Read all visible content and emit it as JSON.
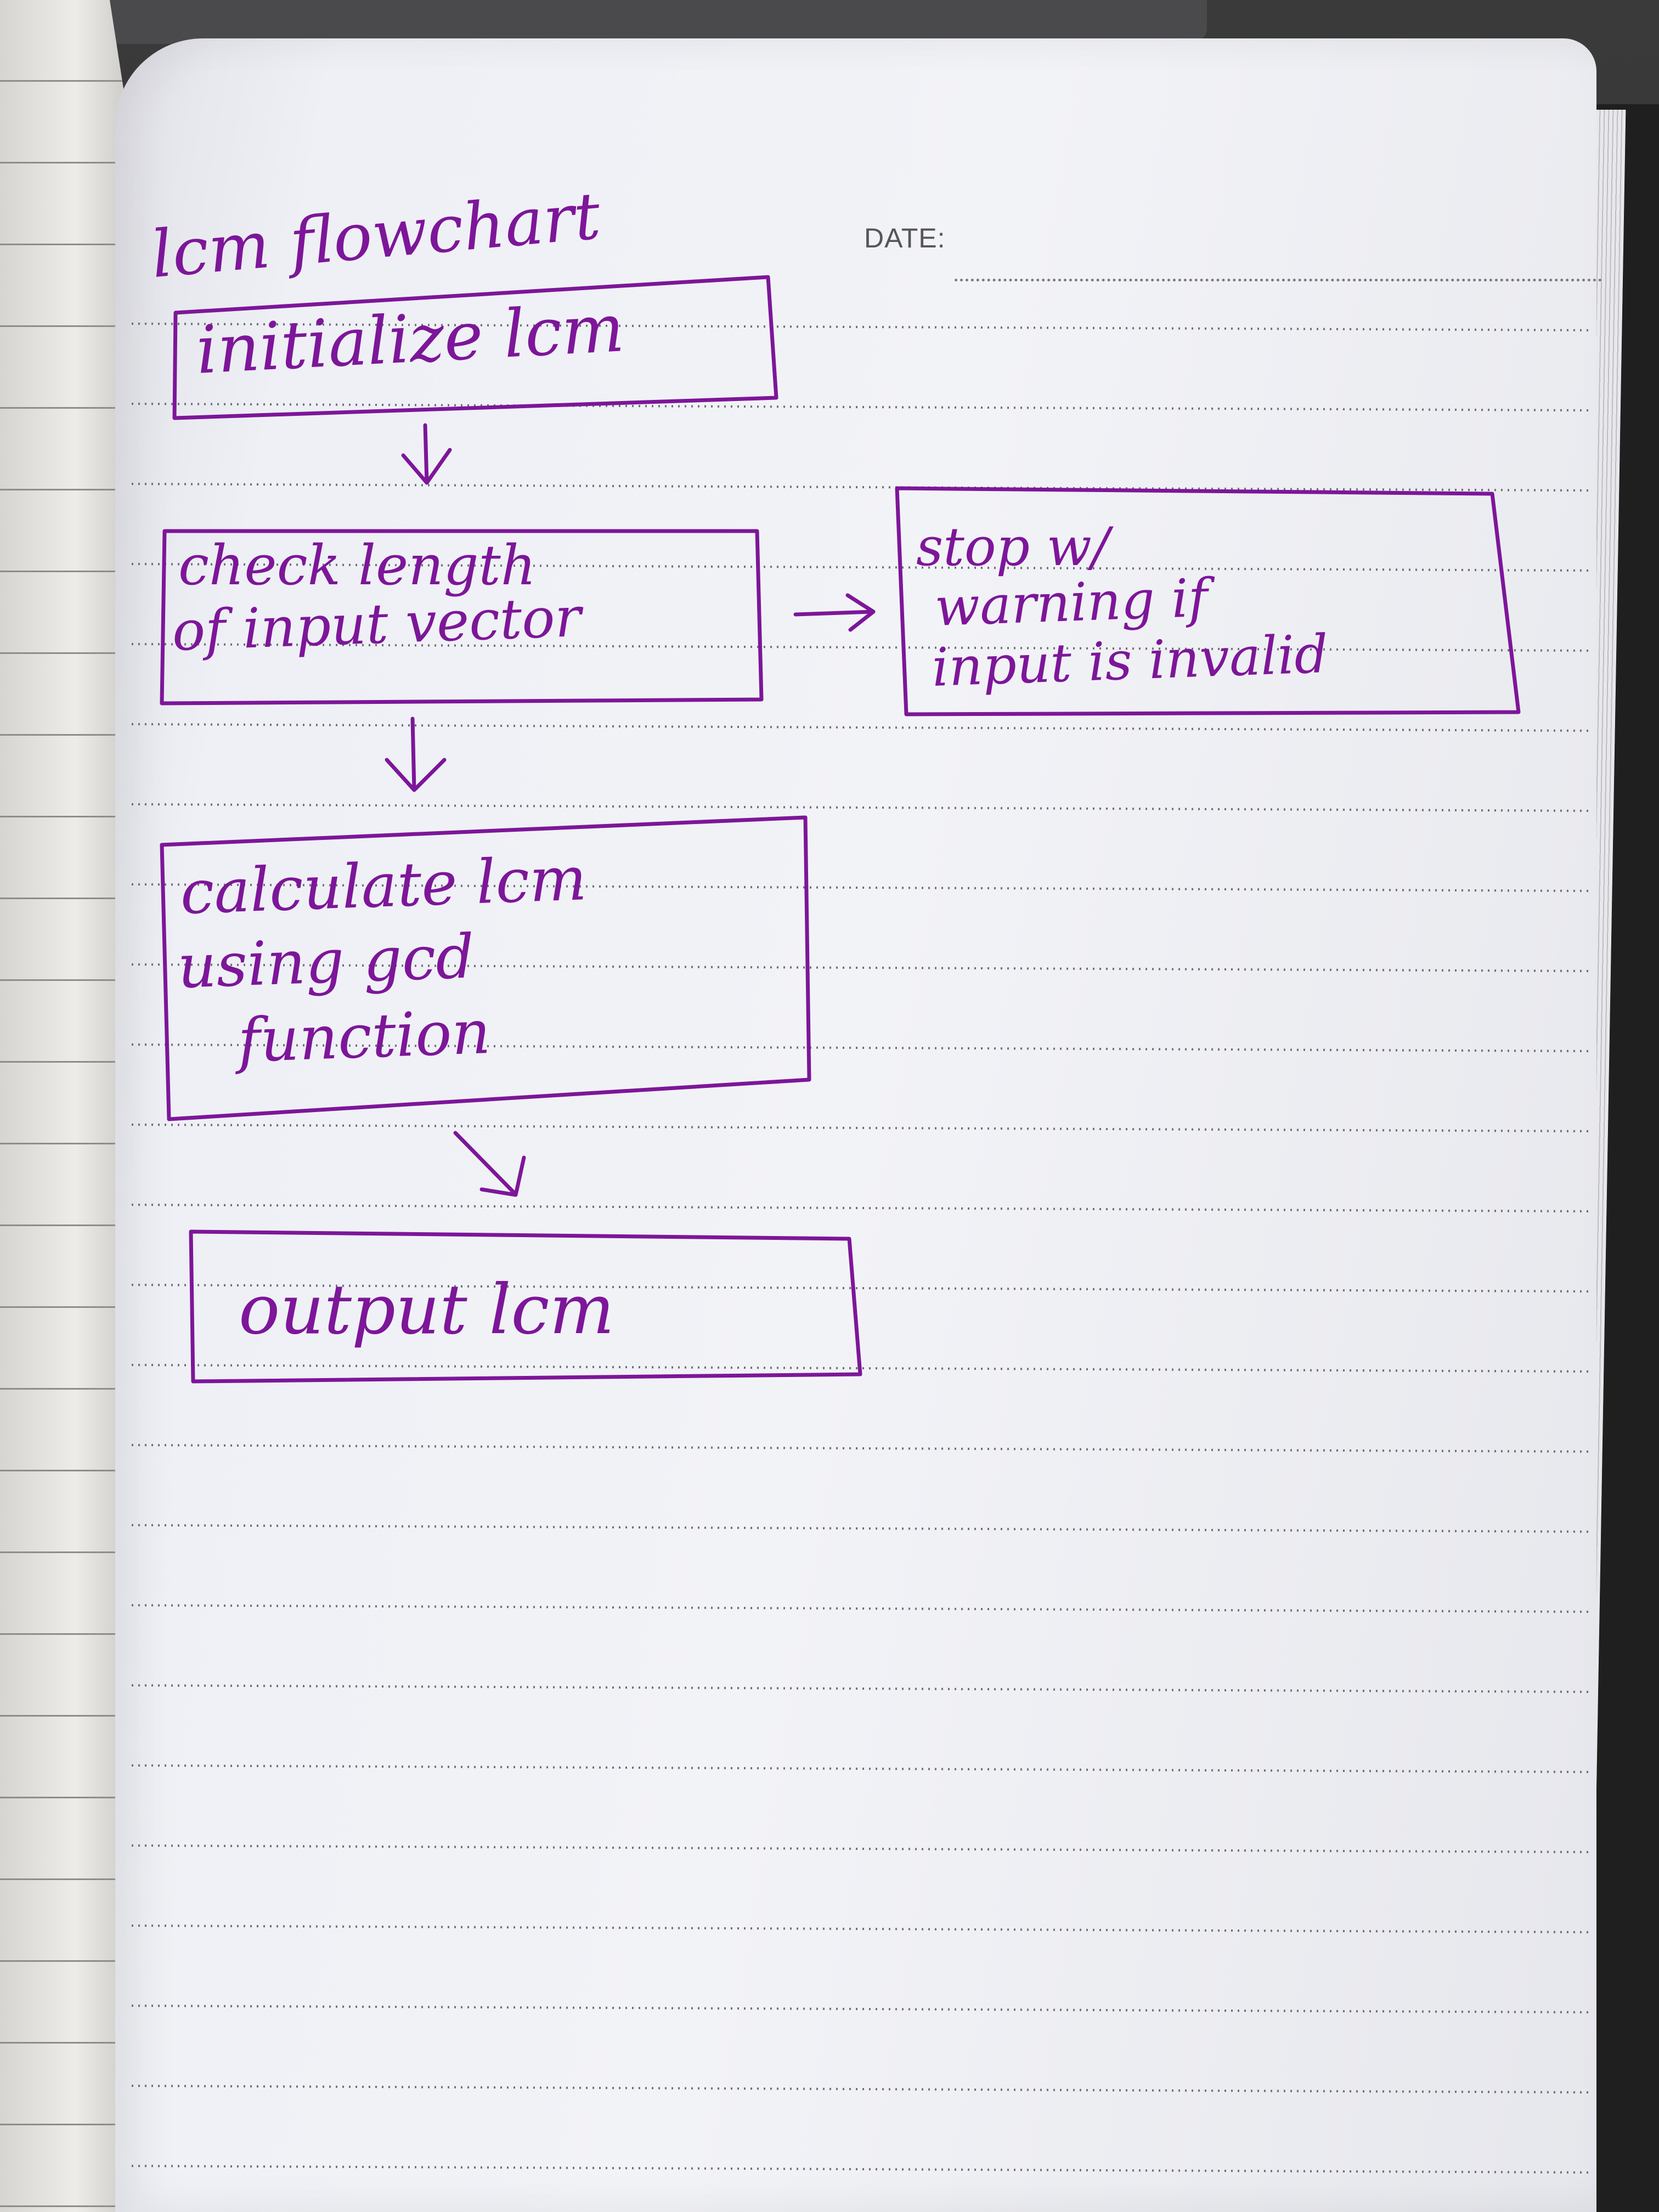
{
  "page": {
    "date_label": "DATE:"
  },
  "diagram": {
    "title": "lcm flowchart",
    "nodes": {
      "initialize": "initialize lcm",
      "check_line1": "check length",
      "check_line2": "of input vector",
      "stop_line1": "stop w/",
      "stop_line2": "warning if",
      "stop_line3": "input is invalid",
      "calc_line1": "calculate lcm",
      "calc_line2": "using gcd",
      "calc_line3": "function",
      "output": "output lcm"
    },
    "ink_color": "#7d1699"
  }
}
